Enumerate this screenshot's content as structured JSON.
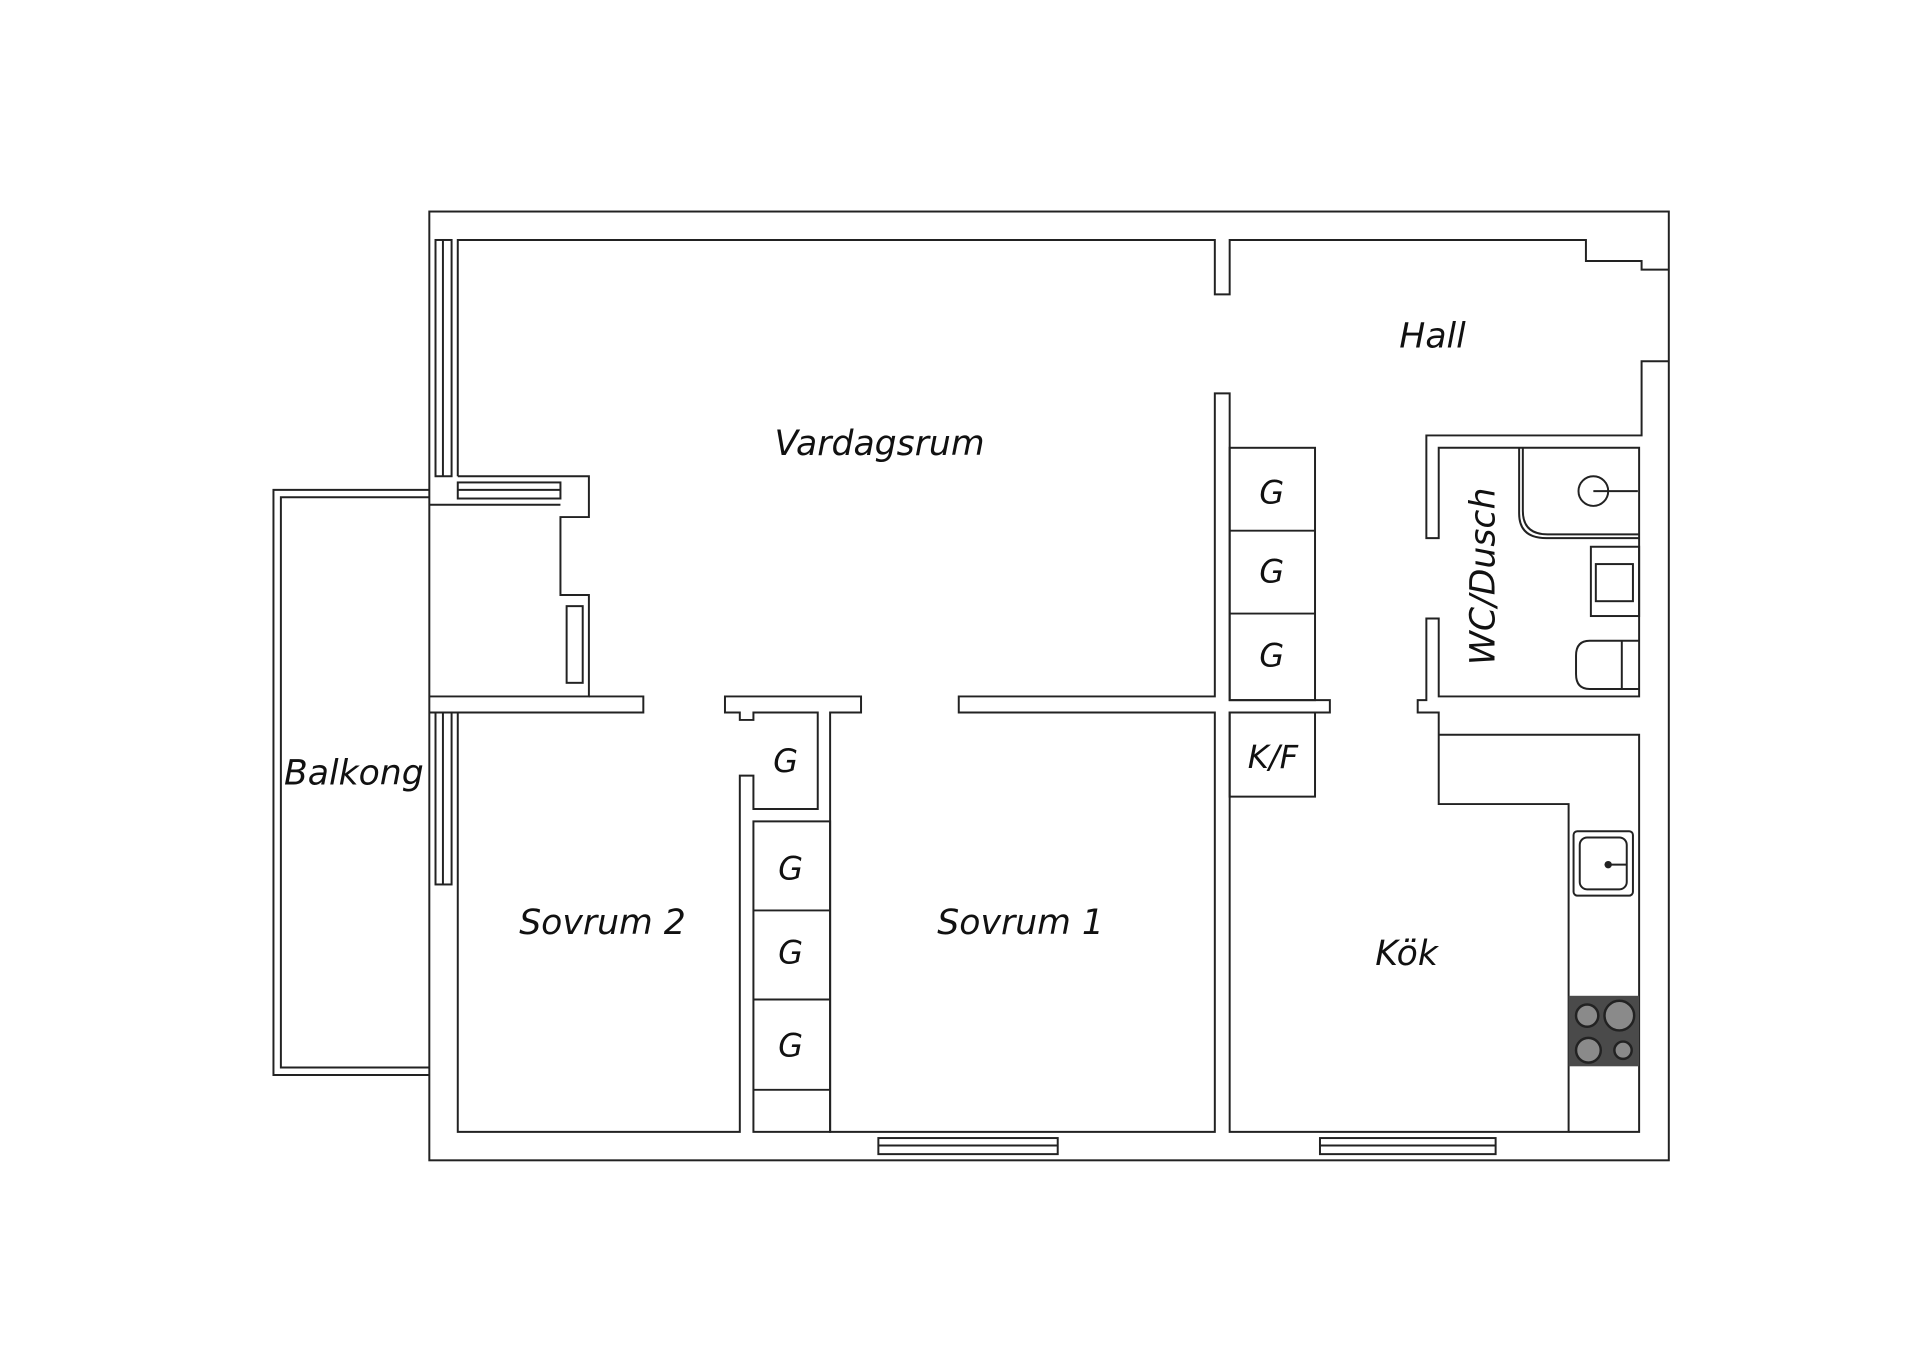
{
  "rooms": {
    "living": "Vardagsrum",
    "hall": "Hall",
    "bath": "WC/Dusch",
    "balcony": "Balkong",
    "bedroom2": "Sovrum 2",
    "bedroom1": "Sovrum 1",
    "kitchen": "Kök"
  },
  "closets": [
    "G",
    "G",
    "G",
    "G",
    "G",
    "G",
    "G"
  ],
  "closet_kf": "K/F",
  "colors": {
    "line": "#222222",
    "stove": "#4a4a4a",
    "burner": "#8a8a8a"
  }
}
